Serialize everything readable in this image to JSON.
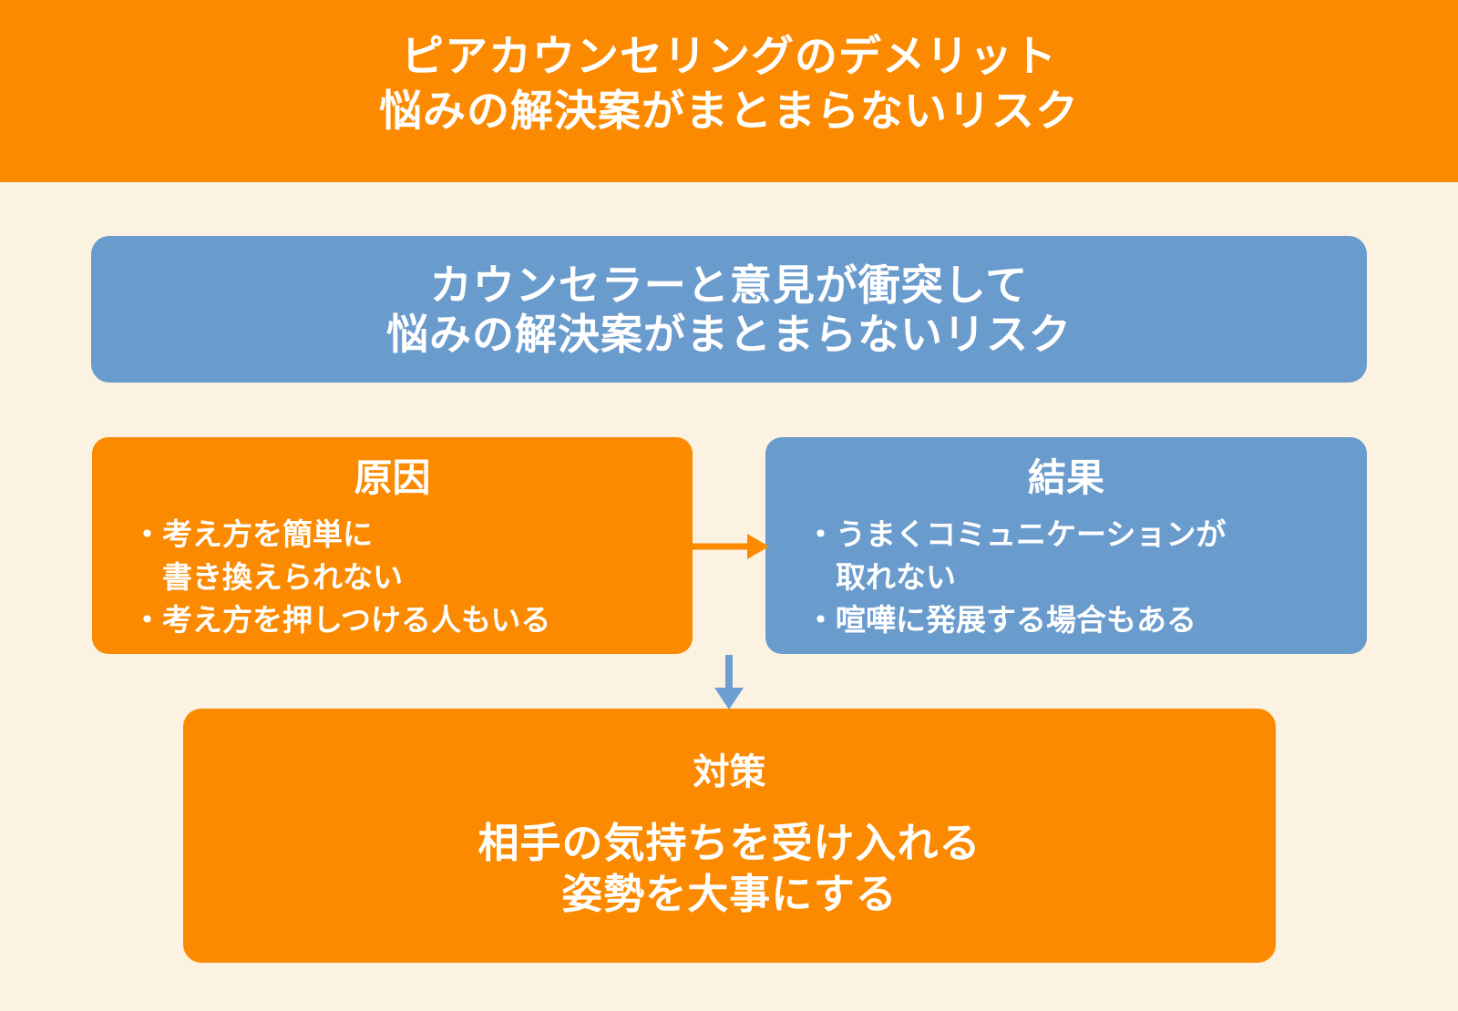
{
  "colors": {
    "orange": "#FB8A00",
    "blue": "#6A9BCD",
    "arrow_blue": "#6C9FD4",
    "background": "#FBF2E1",
    "text": "#FFFFFF"
  },
  "header": {
    "lines": [
      "ピアカウンセリングのデメリット",
      "悩みの解決案がまとまらないリスク"
    ]
  },
  "risk_box": {
    "lines": [
      "カウンセラーと意見が衝突して",
      "悩みの解決案がまとまらないリスク"
    ]
  },
  "cause_box": {
    "title": "原因",
    "bullets": [
      {
        "lines": [
          "・考え方を簡単に",
          "書き換えられない"
        ]
      },
      {
        "lines": [
          "・考え方を押しつける人もいる"
        ]
      }
    ]
  },
  "result_box": {
    "title": "結果",
    "bullets": [
      {
        "lines": [
          "・うまくコミュニケーションが",
          "取れない"
        ]
      },
      {
        "lines": [
          "・喧嘩に発展する場合もある"
        ]
      }
    ]
  },
  "measure_box": {
    "title": "対策",
    "lines": [
      "相手の気持ちを受け入れる",
      "姿勢を大事にする"
    ]
  },
  "icons": {
    "cause_to_result": "arrow-right-icon",
    "result_to_measure": "arrow-down-icon"
  }
}
